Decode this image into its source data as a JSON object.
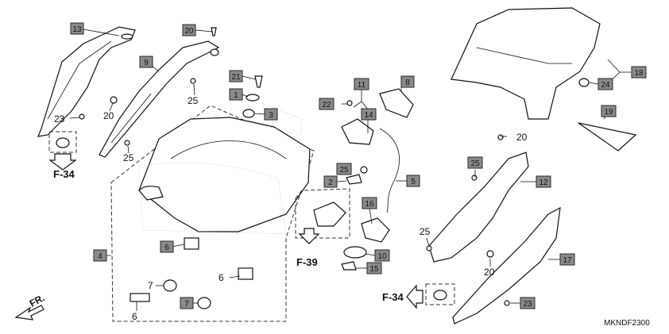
{
  "diagram": {
    "code": "MKNDF2300",
    "front_marker": "FR.",
    "refs": [
      "F-34",
      "F-39",
      "F-34"
    ],
    "callouts": [
      {
        "id": "13",
        "boxed": true
      },
      {
        "id": "20",
        "boxed": true
      },
      {
        "id": "9",
        "boxed": true
      },
      {
        "id": "21",
        "boxed": true
      },
      {
        "id": "1",
        "boxed": true
      },
      {
        "id": "3",
        "boxed": true
      },
      {
        "id": "11",
        "boxed": true
      },
      {
        "id": "8",
        "boxed": true
      },
      {
        "id": "22",
        "boxed": true
      },
      {
        "id": "14",
        "boxed": true
      },
      {
        "id": "18",
        "boxed": true
      },
      {
        "id": "24",
        "boxed": true
      },
      {
        "id": "19",
        "boxed": true
      },
      {
        "id": "25",
        "boxed": true
      },
      {
        "id": "2",
        "boxed": true
      },
      {
        "id": "5",
        "boxed": true
      },
      {
        "id": "16",
        "boxed": true
      },
      {
        "id": "10",
        "boxed": true
      },
      {
        "id": "15",
        "boxed": true
      },
      {
        "id": "4",
        "boxed": true
      },
      {
        "id": "6",
        "boxed": true
      },
      {
        "id": "7",
        "boxed": true
      },
      {
        "id": "25",
        "boxed": true
      },
      {
        "id": "12",
        "boxed": true
      },
      {
        "id": "17",
        "boxed": true
      },
      {
        "id": "23",
        "boxed": true
      }
    ],
    "plain_labels": [
      "23",
      "20",
      "25",
      "25",
      "7",
      "6",
      "6",
      "20",
      "25",
      "20"
    ]
  }
}
